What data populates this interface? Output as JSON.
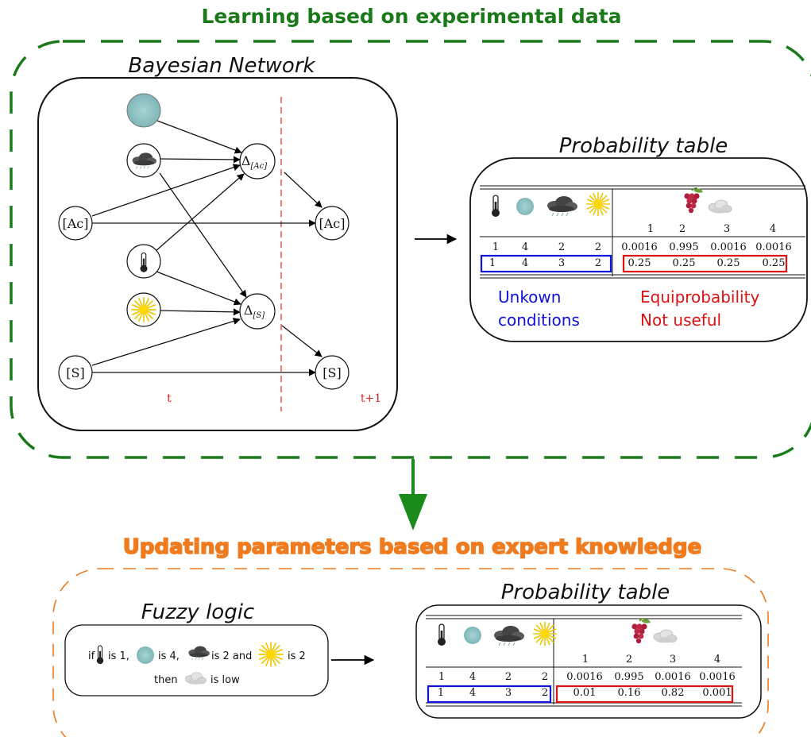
{
  "top_title": "Learning based on experimental data",
  "bottom_title": "Updating parameters based on expert knowledge",
  "bayesian_network": {
    "title": "Bayesian Network",
    "nodes": {
      "ac": "[Ac]",
      "ac_next": "[Ac]",
      "s": "[S]",
      "s_next": "[S]",
      "delta_ac_sym": "Δ",
      "delta_ac_sub": "[Ac]",
      "delta_s_sym": "Δ",
      "delta_s_sub": "[S]"
    },
    "time_t": "t",
    "time_t1": "t+1"
  },
  "prob_table_top": {
    "title": "Probability table",
    "states": [
      "1",
      "2",
      "3",
      "4"
    ],
    "rows": [
      {
        "conditions": [
          "1",
          "4",
          "2",
          "2"
        ],
        "probs": [
          "0.0016",
          "0.995",
          "0.0016",
          "0.0016"
        ]
      },
      {
        "conditions": [
          "1",
          "4",
          "3",
          "2"
        ],
        "probs": [
          "0.25",
          "0.25",
          "0.25",
          "0.25"
        ]
      }
    ],
    "note_blue_line1": "Unkown",
    "note_blue_line2": "conditions",
    "note_red_line1": "Equiprobability",
    "note_red_line2": "Not useful"
  },
  "fuzzy_logic": {
    "title": "Fuzzy logic",
    "if": "if",
    "is1": "is 1,",
    "is4": "is 4,",
    "is2and": "is 2 and",
    "is2": "is 2",
    "then": "then",
    "islow": "is low"
  },
  "prob_table_bottom": {
    "title": "Probability table",
    "states": [
      "1",
      "2",
      "3",
      "4"
    ],
    "rows": [
      {
        "conditions": [
          "1",
          "4",
          "2",
          "2"
        ],
        "probs": [
          "0.0016",
          "0.995",
          "0.0016",
          "0.0016"
        ]
      },
      {
        "conditions": [
          "1",
          "4",
          "3",
          "2"
        ],
        "probs": [
          "0.01",
          "0.16",
          "0.82",
          "0.001"
        ]
      }
    ]
  },
  "colors": {
    "green": "#1a7a1a",
    "orange": "#f07a1e",
    "blue": "#1111dd",
    "red": "#dd1111",
    "node_teal": "#8fc3c3"
  },
  "icons": [
    "thermometer-icon",
    "moon-icon",
    "cloud-icon",
    "sun-icon",
    "grape-icon",
    "snow-cloud-icon"
  ]
}
